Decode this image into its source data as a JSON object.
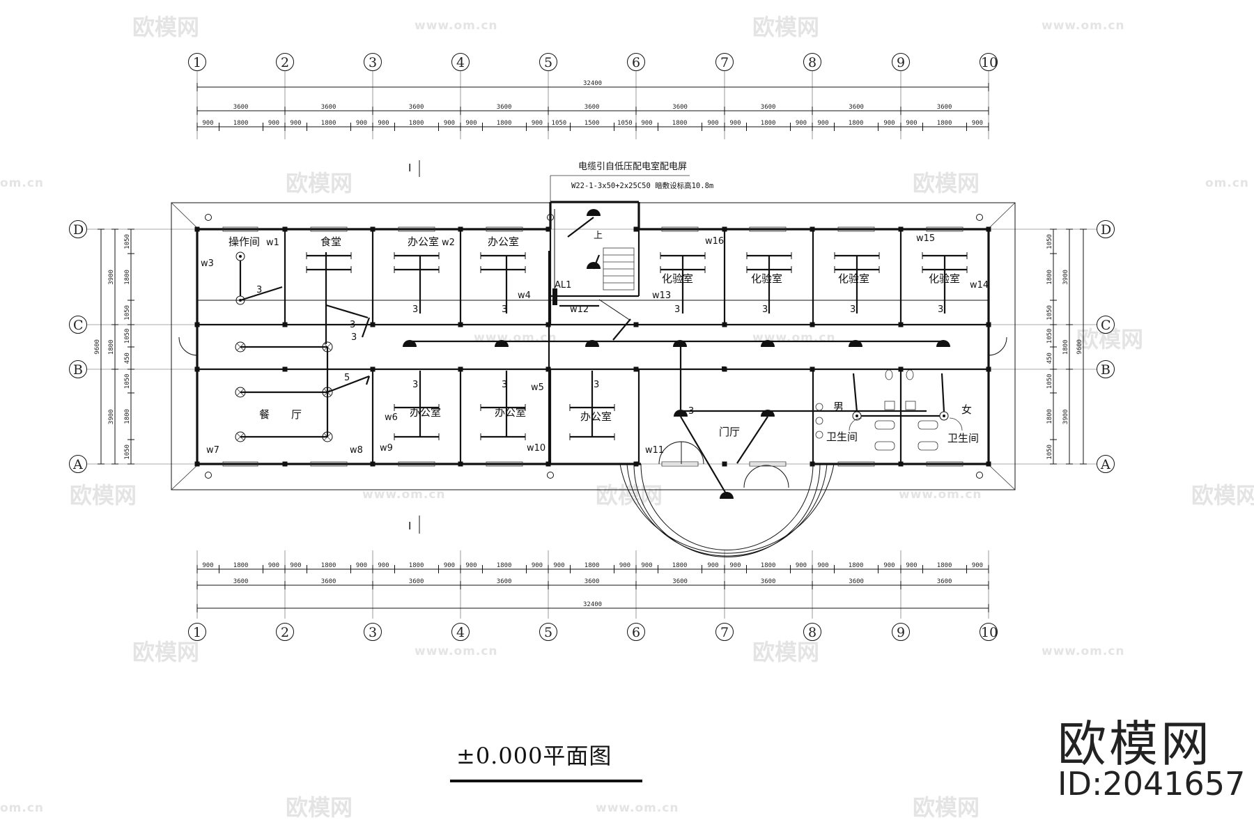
{
  "drawing": {
    "title": "±0.000平面图",
    "brand": "欧模网",
    "brand_id": "ID:2041657",
    "watermark": {
      "logo_text": "欧模网",
      "url_text": "www.om.cn",
      "url_fragment": "om.cn"
    },
    "cable_note": {
      "line1": "电缆引自低压配电室配电屏",
      "line2": "W22-1-3x50+2x25C50  暗敷设标高10.8m"
    },
    "section_mark": "I",
    "panel_label": "AL1",
    "stair_label": "上",
    "column_axes": [
      "1",
      "2",
      "3",
      "4",
      "5",
      "6",
      "7",
      "8",
      "9",
      "10"
    ],
    "row_axes": [
      "D",
      "C",
      "B",
      "A"
    ],
    "overall_width": "32400",
    "overall_depth": "9600",
    "bay_dims": [
      "3600",
      "3600",
      "3600",
      "3600",
      "3600",
      "3600",
      "3600",
      "3600",
      "3600"
    ],
    "sub_dims_top": [
      "900",
      "1800",
      "900",
      "900",
      "1800",
      "900",
      "900",
      "1800",
      "900",
      "900",
      "1800",
      "900",
      "1050",
      "1500",
      "1050",
      "900",
      "1800",
      "900",
      "900",
      "1800",
      "900",
      "900",
      "1800",
      "900",
      "900",
      "1800",
      "900"
    ],
    "sub_dims_bottom": [
      "900",
      "1800",
      "900",
      "900",
      "1800",
      "900",
      "900",
      "1800",
      "900",
      "900",
      "1800",
      "900",
      "900",
      "1800",
      "900",
      "900",
      "1800",
      "900",
      "900",
      "1800",
      "900",
      "900",
      "1800",
      "900",
      "900",
      "1800",
      "900"
    ],
    "row_dims_outer": [
      "3900",
      "1800",
      "3900"
    ],
    "row_dims_inner": [
      "1050",
      "1800",
      "1050",
      "1050",
      "450",
      "1050",
      "1800",
      "1050"
    ],
    "rooms": {
      "operation": "操作间",
      "canteen": "食堂",
      "office": "办公室",
      "lab": "化验室",
      "dining": "餐",
      "dining2": "厅",
      "lobby": "门厅",
      "male": "男",
      "female": "女",
      "washroom": "卫生间"
    },
    "circuit_labels": [
      "w1",
      "w2",
      "w3",
      "w4",
      "w5",
      "w6",
      "w7",
      "w8",
      "w9",
      "w10",
      "w11",
      "w12",
      "w13",
      "w14",
      "w15",
      "w16"
    ],
    "wire_count": [
      "3",
      "5"
    ]
  }
}
